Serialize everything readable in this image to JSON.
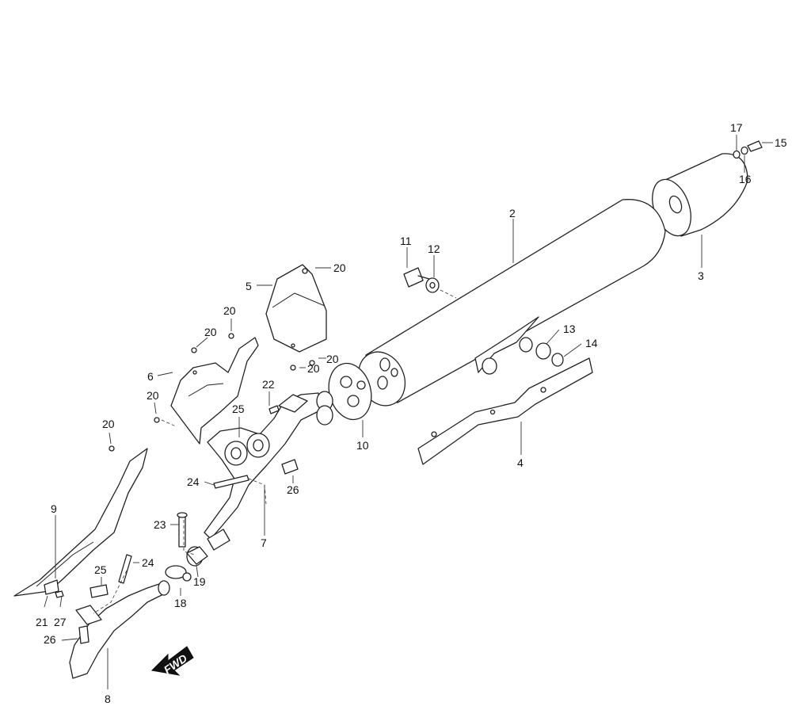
{
  "diagram": {
    "direction_label": "FWD",
    "callouts": [
      "2",
      "3",
      "4",
      "5",
      "6",
      "7",
      "8",
      "9",
      "10",
      "11",
      "12",
      "13",
      "14",
      "15",
      "16",
      "17",
      "18",
      "19",
      "20",
      "21",
      "22",
      "23",
      "24",
      "25",
      "26",
      "27"
    ],
    "labels": {
      "n2": "2",
      "n3": "3",
      "n4": "4",
      "n5": "5",
      "n6": "6",
      "n7": "7",
      "n8": "8",
      "n9": "9",
      "n10": "10",
      "n11": "11",
      "n12": "12",
      "n13": "13",
      "n14": "14",
      "n15": "15",
      "n16": "16",
      "n17": "17",
      "n18": "18",
      "n19": "19",
      "n20": "20",
      "n21": "21",
      "n22": "22",
      "n23": "23",
      "n24": "24",
      "n25": "25",
      "n26": "26",
      "n27": "27"
    }
  }
}
